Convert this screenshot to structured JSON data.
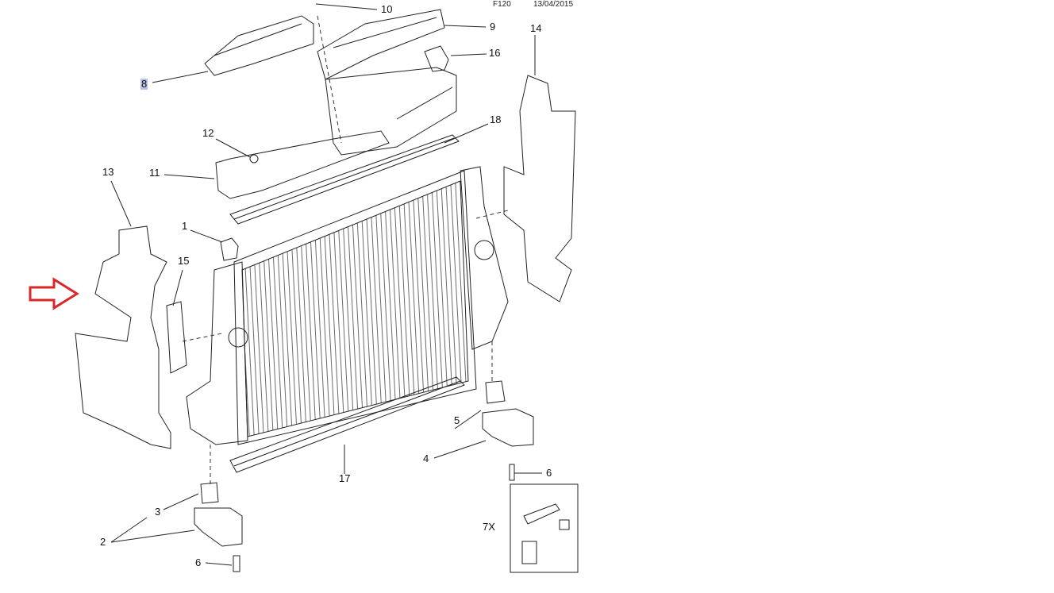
{
  "header": {
    "code": "F120",
    "date": "13/04/2015"
  },
  "callouts": {
    "c10": "10",
    "c9": "9",
    "c16": "16",
    "c14": "14",
    "c8": "8",
    "c18": "18",
    "c12": "12",
    "c13": "13",
    "c11": "11",
    "c1": "1",
    "c15": "15",
    "c5": "5",
    "c4": "4",
    "c17": "17",
    "c6a": "6",
    "c3": "3",
    "c2": "2",
    "c6b": "6",
    "c7x": "7X"
  },
  "highlight_color": "#b9c3e6",
  "arrow_color": "#d8282a"
}
